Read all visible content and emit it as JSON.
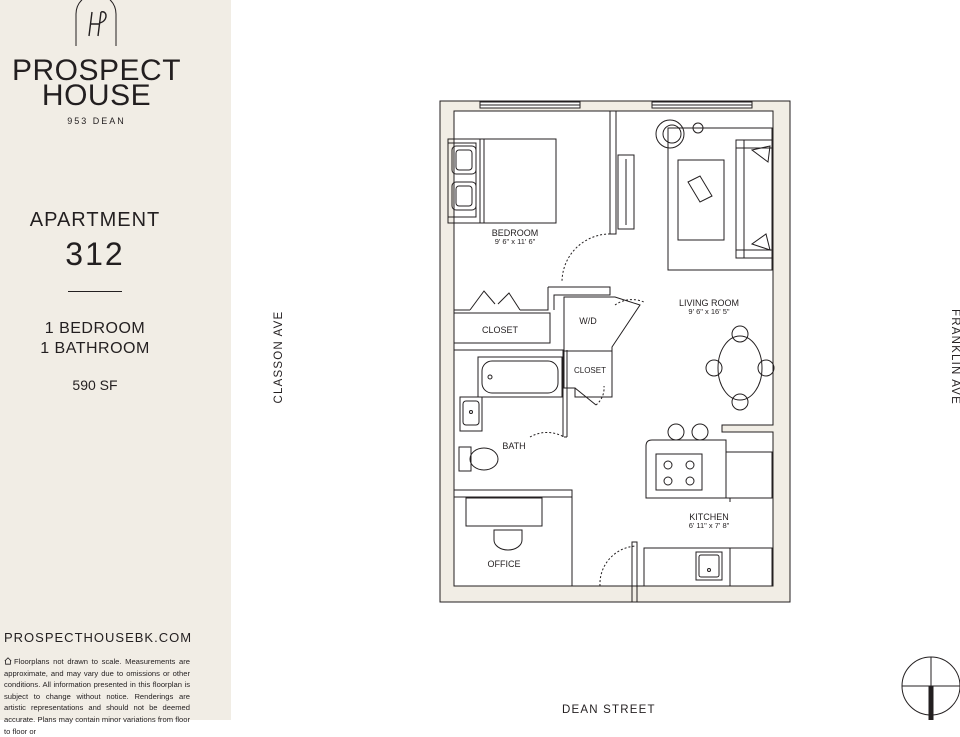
{
  "brand": {
    "line1": "PROSPECT",
    "line2": "HOUSE",
    "address": "953 DEAN"
  },
  "apartment": {
    "label": "APARTMENT",
    "number": "312",
    "bedrooms": "1 BEDROOM",
    "bathrooms": "1 BATHROOM",
    "area": "590 SF"
  },
  "website": "PROSPECTHOUSEBK.COM",
  "disclaimer": "Floorplans not drawn to scale. Measurements are approximate, and may vary due to omissions or other conditions. All information presented in this floorplan is subject to change without notice. Renderings are artistic representations and should not be deemed accurate. Plans may contain minor variations from floor to floor or",
  "streets": {
    "left": "CLASSON AVE",
    "right": "FRANKLIN AVE",
    "bottom": "DEAN STREET"
  },
  "rooms": {
    "bedroom": {
      "name": "BEDROOM",
      "dims": "9' 6\" x 11' 6\""
    },
    "living": {
      "name": "LIVING ROOM",
      "dims": "9' 6\" x 16' 5\""
    },
    "kitchen": {
      "name": "KITCHEN",
      "dims": "6' 11\" x 7' 8\""
    },
    "closet1": {
      "name": "CLOSET"
    },
    "closet2": {
      "name": "CLOSET"
    },
    "wd": {
      "name": "W/D"
    },
    "bath": {
      "name": "BATH"
    },
    "office": {
      "name": "OFFICE"
    }
  },
  "colors": {
    "sidebar": "#f1ede5",
    "wall_fill": "#f1ede5",
    "ink": "#231f20"
  },
  "icons": [
    "logo-monogram",
    "home-icon",
    "compass-icon"
  ]
}
